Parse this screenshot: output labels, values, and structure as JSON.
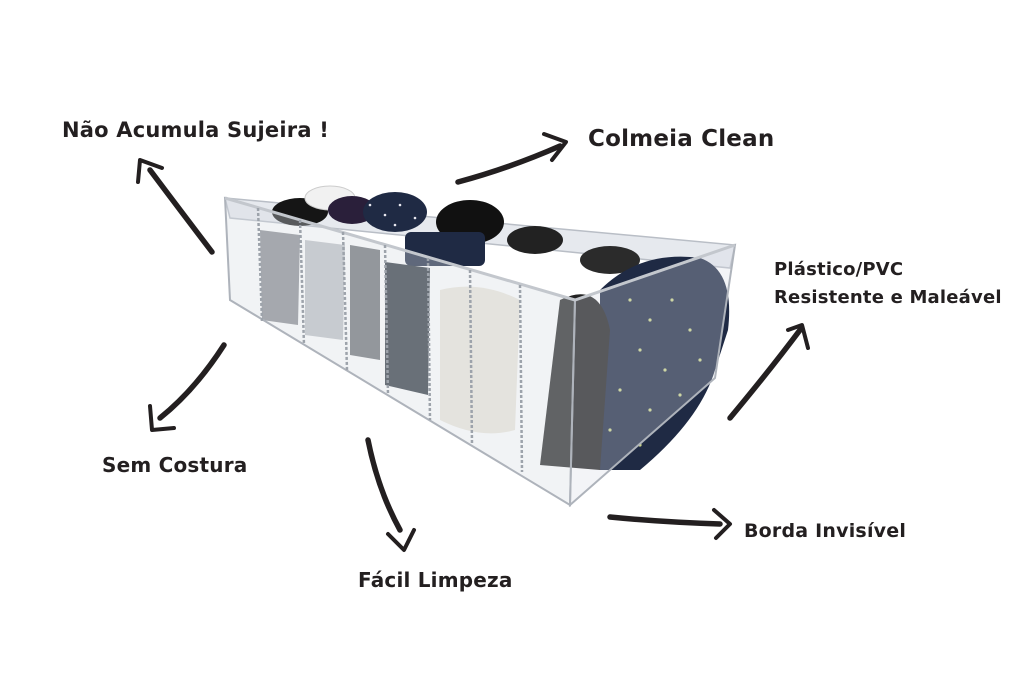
{
  "labels": {
    "sujeira": "Não Acumula Sujeira !",
    "colmeia": "Colmeia Clean",
    "plastico_line1": "Plástico/PVC",
    "plastico_line2": "Resistente e Maleável",
    "costura": "Sem Costura",
    "limpeza": "Fácil Limpeza",
    "borda": "Borda Invisível"
  },
  "colors": {
    "text": "#231f20",
    "background": "#ffffff",
    "pvc": "#d9dde2",
    "sock_navy": "#1f2a44",
    "sock_black": "#151515",
    "sock_cream": "#ece7dc"
  },
  "image": {
    "subject": "transparent-pvc-sock-organizer-box"
  }
}
